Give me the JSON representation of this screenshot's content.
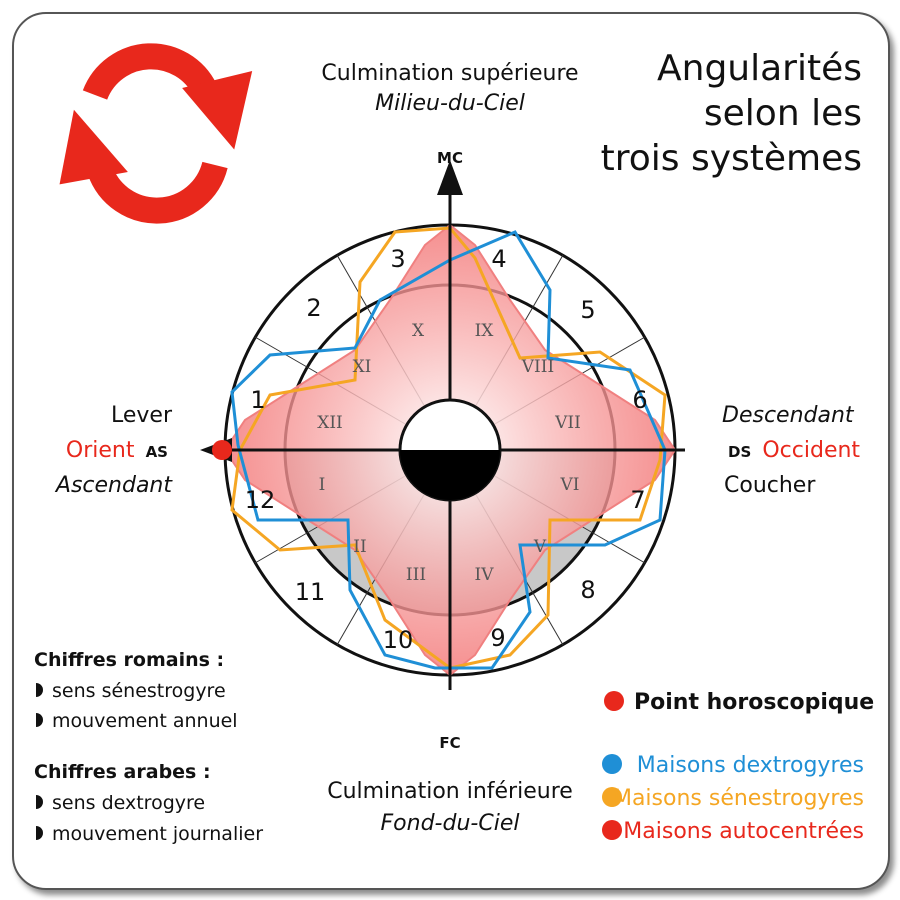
{
  "title": [
    "Angularités",
    "selon les",
    "trois systèmes"
  ],
  "top_caption": {
    "line1": "Culmination supérieure",
    "line2": "Milieu-du-Ciel"
  },
  "bottom_caption": {
    "line1": "Culmination inférieure",
    "line2": "Fond-du-Ciel"
  },
  "left_caption": {
    "line1": "Lever",
    "orient": "Orient",
    "as": "AS",
    "line3": "Ascendant"
  },
  "right_caption": {
    "line1": "Descendant",
    "ds": "DS",
    "occident": "Occident",
    "line3": "Coucher"
  },
  "axes": {
    "mc": "MC",
    "fc": "FC"
  },
  "arabic_numbers": [
    "1",
    "2",
    "3",
    "4",
    "5",
    "6",
    "7",
    "8",
    "9",
    "10",
    "11",
    "12"
  ],
  "roman_numbers": [
    "I",
    "II",
    "III",
    "IV",
    "V",
    "VI",
    "VII",
    "VIII",
    "IX",
    "X",
    "XI",
    "XII"
  ],
  "notes": {
    "roman_title": "Chiffres romains :",
    "roman_items": [
      "sens sénestrogyre",
      "mouvement annuel"
    ],
    "arabic_title": "Chiffres arabes :",
    "arabic_items": [
      "sens dextrogyre",
      "mouvement journalier"
    ]
  },
  "legend": {
    "point": "Point horoscopique",
    "items": [
      {
        "label": "Maisons dextrogyres",
        "color": "#1f8fd6"
      },
      {
        "label": "Maisons sénestrogyres",
        "color": "#f5a623"
      },
      {
        "label": "Maisons autocentrées",
        "color": "#e8281c"
      }
    ]
  },
  "icon": "rotation-arrows-icon"
}
